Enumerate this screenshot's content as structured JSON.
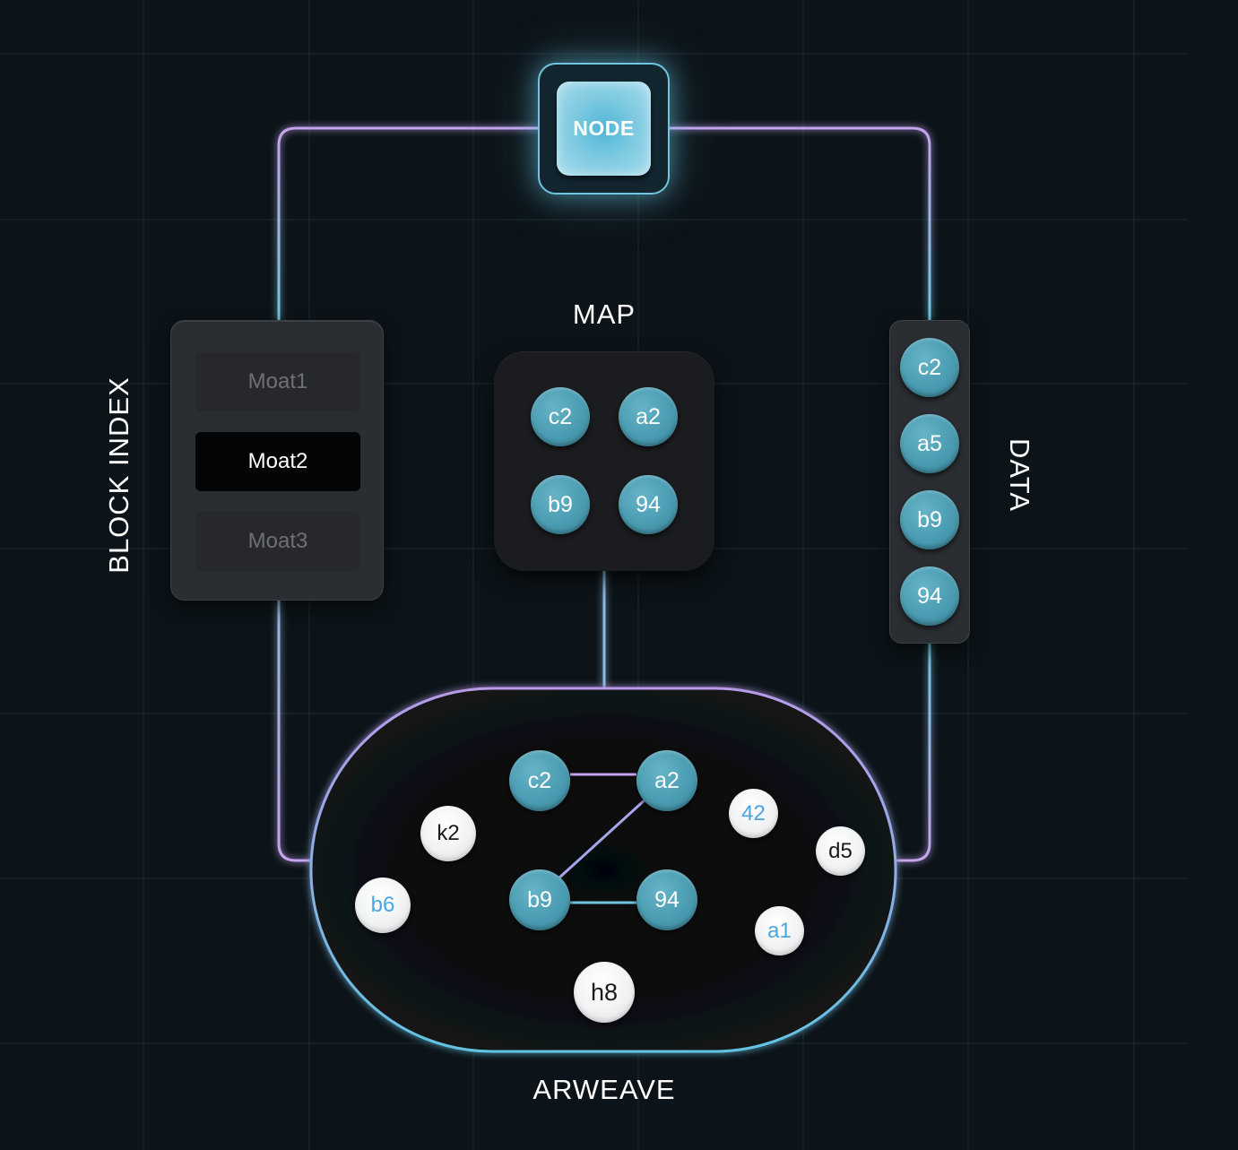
{
  "node": {
    "label": "NODE"
  },
  "block_index": {
    "title": "BLOCK INDEX",
    "items": [
      {
        "label": "Moat1",
        "state": "inactive"
      },
      {
        "label": "Moat2",
        "state": "active"
      },
      {
        "label": "Moat3",
        "state": "inactive"
      }
    ]
  },
  "map": {
    "title": "MAP",
    "nodes": [
      "c2",
      "a2",
      "b9",
      "94"
    ]
  },
  "data": {
    "title": "DATA",
    "nodes": [
      "c2",
      "a5",
      "b9",
      "94"
    ]
  },
  "arweave": {
    "title": "ARWEAVE",
    "linked_nodes": [
      "c2",
      "a2",
      "b9",
      "94"
    ],
    "loose_nodes": [
      {
        "label": "k2",
        "tone": "dark"
      },
      {
        "label": "b6",
        "tone": "blue"
      },
      {
        "label": "42",
        "tone": "blue"
      },
      {
        "label": "d5",
        "tone": "dark"
      },
      {
        "label": "a1",
        "tone": "blue"
      },
      {
        "label": "h8",
        "tone": "dark"
      }
    ]
  },
  "colors": {
    "background": "#0c1419",
    "wire_purple": "#c6a3ee",
    "wire_blue": "#6fc6de",
    "node_teal": "#4a9cb2",
    "highlight_text_blue": "#4aa6e0"
  }
}
